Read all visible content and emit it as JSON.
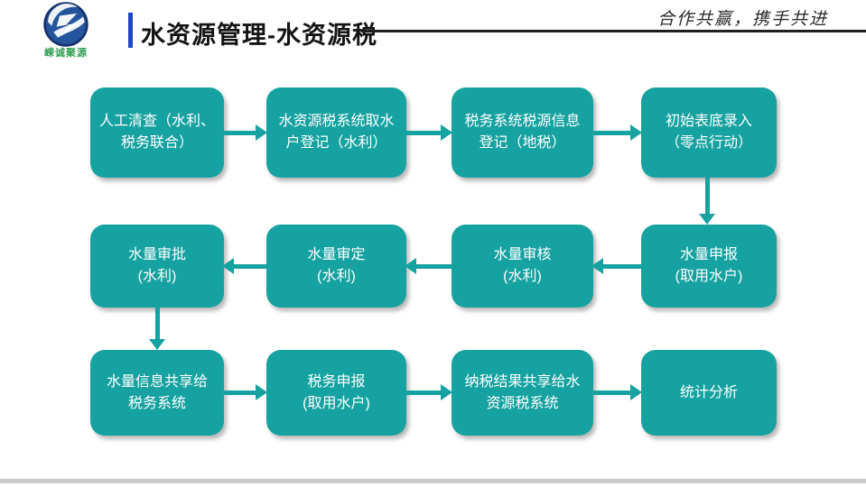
{
  "header": {
    "logo": {
      "brand_text": "嵘诚聚源"
    },
    "title": "水资源管理-水资源税",
    "slogan": "合作共赢，携手共进"
  },
  "colors": {
    "box_teal": "#16a2a0",
    "accent_blue": "#1d46c8",
    "header_line": "#1f1f1f",
    "brand_green": "#2e9e50",
    "footer_gray": "#c9c9c9"
  },
  "flow": {
    "rows": [
      {
        "direction": "left-to-right",
        "boxes": [
          {
            "lines": [
              "人工清查（水利、",
              "税务联合）"
            ]
          },
          {
            "lines": [
              "水资源税系统取水",
              "户登记（水利）"
            ]
          },
          {
            "lines": [
              "税务系统税源信息",
              "登记（地税）"
            ]
          },
          {
            "lines": [
              "初始表底录入",
              "（零点行动）"
            ]
          }
        ]
      },
      {
        "direction": "right-to-left",
        "boxes": [
          {
            "lines": [
              "水量审批",
              "(水利)"
            ]
          },
          {
            "lines": [
              "水量审定",
              "(水利)"
            ]
          },
          {
            "lines": [
              "水量审核",
              "(水利)"
            ]
          },
          {
            "lines": [
              "水量申报",
              "(取用水户)"
            ]
          }
        ]
      },
      {
        "direction": "left-to-right",
        "boxes": [
          {
            "lines": [
              "水量信息共享给",
              "税务系统"
            ]
          },
          {
            "lines": [
              "税务申报",
              "(取用水户)"
            ]
          },
          {
            "lines": [
              "纳税结果共享给水",
              "资源税系统"
            ]
          },
          {
            "lines": [
              "统计分析"
            ]
          }
        ]
      }
    ]
  }
}
